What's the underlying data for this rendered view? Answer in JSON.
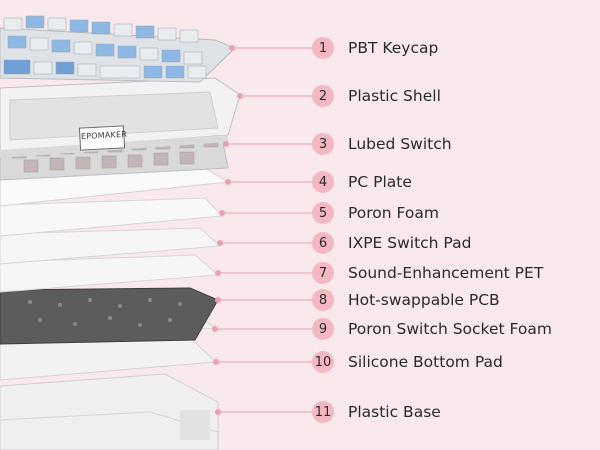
{
  "brand_text": "EPOMAKER",
  "colors": {
    "background": "#f9e9ec",
    "badge": "#f3b8c2",
    "leader": "#e9a1b1",
    "accent_blue": "#8db8e3"
  },
  "layers": [
    {
      "number": "1",
      "label": "PBT Keycap"
    },
    {
      "number": "2",
      "label": "Plastic Shell"
    },
    {
      "number": "3",
      "label": "Lubed Switch"
    },
    {
      "number": "4",
      "label": "PC Plate"
    },
    {
      "number": "5",
      "label": "Poron Foam"
    },
    {
      "number": "6",
      "label": "IXPE Switch Pad"
    },
    {
      "number": "7",
      "label": "Sound-Enhancement PET"
    },
    {
      "number": "8",
      "label": "Hot-swappable PCB"
    },
    {
      "number": "9",
      "label": "Poron Switch Socket Foam"
    },
    {
      "number": "10",
      "label": "Silicone Bottom Pad"
    },
    {
      "number": "11",
      "label": "Plastic Base"
    }
  ]
}
